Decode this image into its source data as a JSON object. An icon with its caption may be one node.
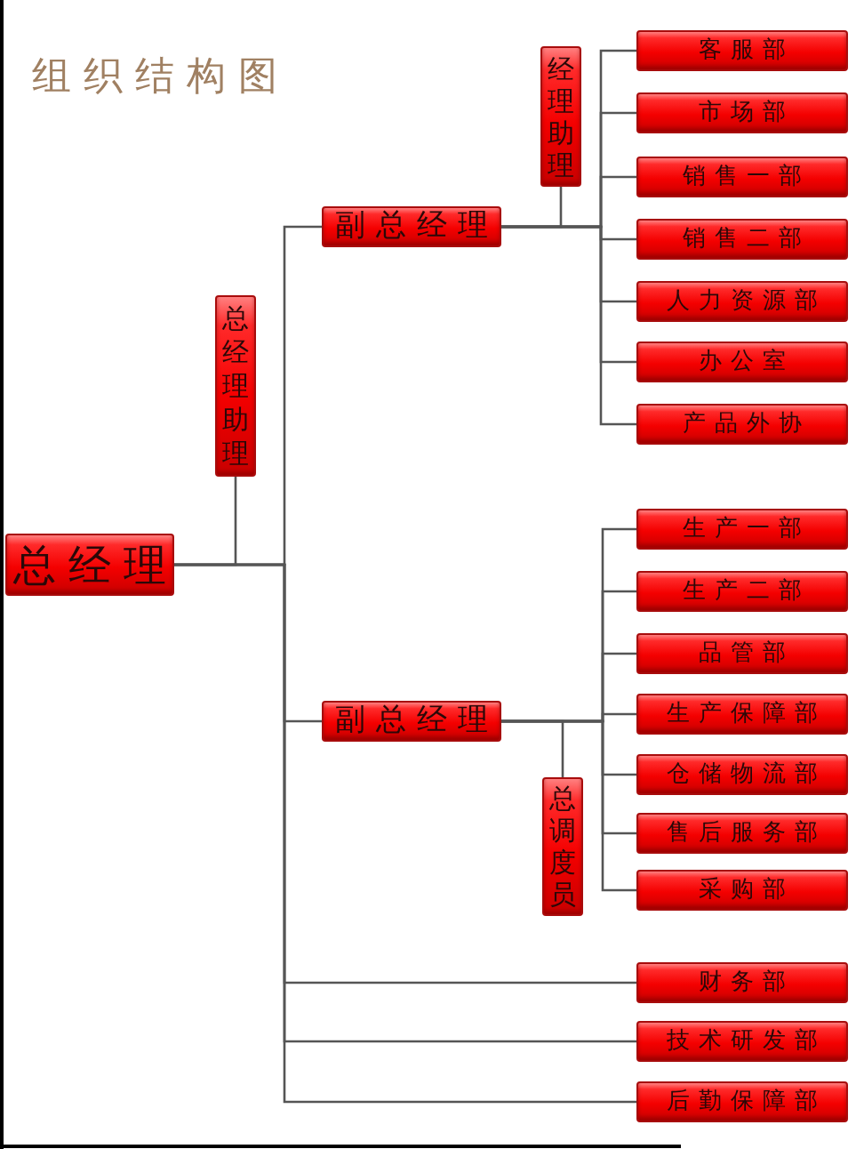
{
  "diagram": {
    "title": "组织结构图",
    "nodes": [
      {
        "text": [
          "总经理"
        ]
      },
      {
        "text": [
          "总经理助理"
        ]
      },
      {
        "text": [
          "副总经理"
        ]
      },
      {
        "text": [
          "经理助理"
        ]
      },
      {
        "text": [
          "客服部"
        ]
      },
      {
        "text": [
          "市场部"
        ]
      },
      {
        "text": [
          "销售一部"
        ]
      },
      {
        "text": [
          "销售二部"
        ]
      },
      {
        "text": [
          "人力资源部"
        ]
      },
      {
        "text": [
          "办公室"
        ]
      },
      {
        "text": [
          "产品外协"
        ]
      },
      {
        "text": [
          "副总经理"
        ]
      },
      {
        "text": [
          "总调度员"
        ]
      },
      {
        "text": [
          "生产一部"
        ]
      },
      {
        "text": [
          "生产二部"
        ]
      },
      {
        "text": [
          "品管部"
        ]
      },
      {
        "text": [
          "生产保障部"
        ]
      },
      {
        "text": [
          "仓储物流部"
        ]
      },
      {
        "text": [
          "售后服务部"
        ]
      },
      {
        "text": [
          "采购部"
        ]
      },
      {
        "text": [
          "财务部"
        ]
      },
      {
        "text": [
          "技术研发部"
        ]
      },
      {
        "text": [
          "后勤保障部"
        ]
      }
    ],
    "edges": [
      {
        "from": 0,
        "to": 1,
        "arrow": "none"
      },
      {
        "from": 0,
        "to": 2,
        "arrow": "none"
      },
      {
        "from": 0,
        "to": 11,
        "arrow": "none"
      },
      {
        "from": 0,
        "to": 20,
        "arrow": "none"
      },
      {
        "from": 0,
        "to": 21,
        "arrow": "none"
      },
      {
        "from": 0,
        "to": 22,
        "arrow": "none"
      },
      {
        "from": 2,
        "to": 3,
        "arrow": "none"
      },
      {
        "from": 2,
        "to": 4,
        "arrow": "none"
      },
      {
        "from": 2,
        "to": 5,
        "arrow": "none"
      },
      {
        "from": 2,
        "to": 6,
        "arrow": "none"
      },
      {
        "from": 2,
        "to": 7,
        "arrow": "none"
      },
      {
        "from": 2,
        "to": 8,
        "arrow": "none"
      },
      {
        "from": 2,
        "to": 9,
        "arrow": "none"
      },
      {
        "from": 2,
        "to": 10,
        "arrow": "none"
      },
      {
        "from": 11,
        "to": 12,
        "arrow": "none"
      },
      {
        "from": 11,
        "to": 13,
        "arrow": "none"
      },
      {
        "from": 11,
        "to": 14,
        "arrow": "none"
      },
      {
        "from": 11,
        "to": 15,
        "arrow": "none"
      },
      {
        "from": 11,
        "to": 16,
        "arrow": "none"
      },
      {
        "from": 11,
        "to": 17,
        "arrow": "none"
      },
      {
        "from": 11,
        "to": 18,
        "arrow": "none"
      },
      {
        "from": 11,
        "to": 19,
        "arrow": "none"
      }
    ]
  }
}
